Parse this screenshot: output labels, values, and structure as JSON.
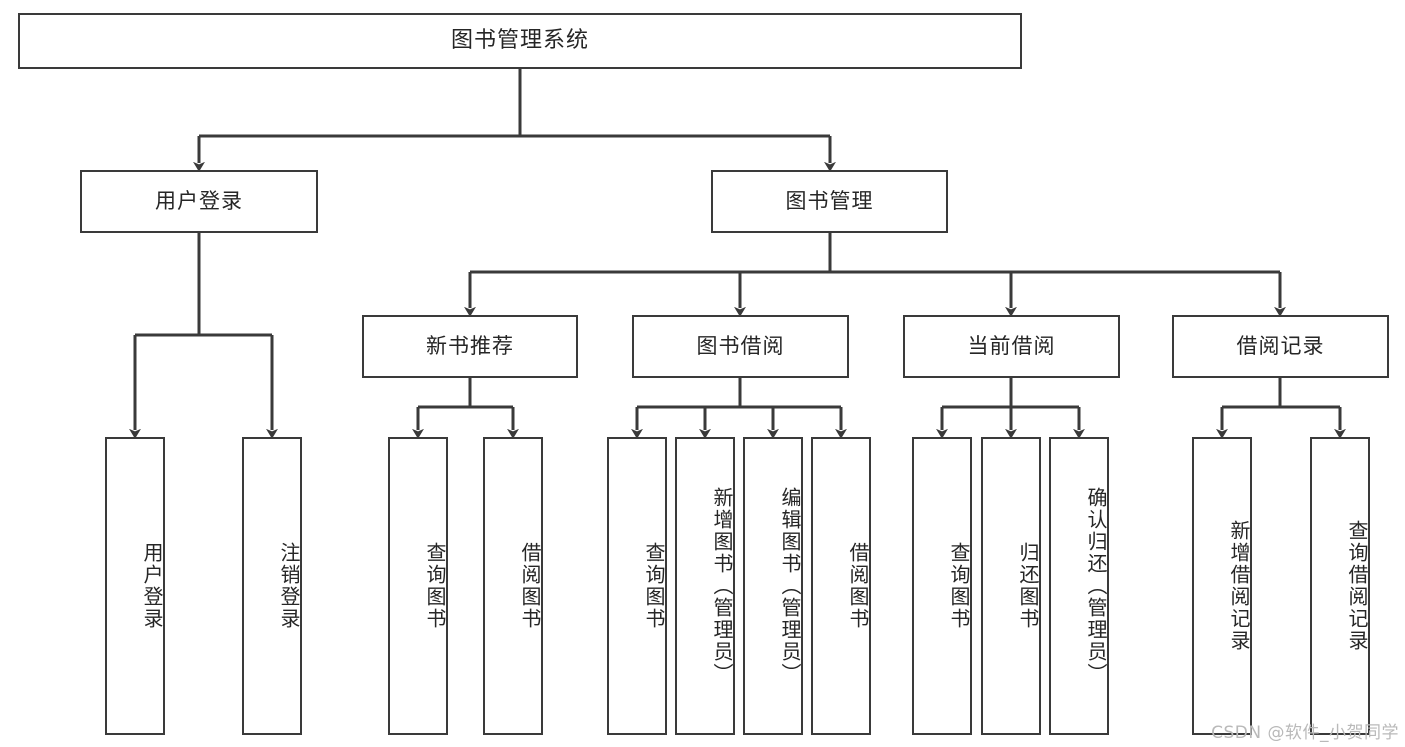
{
  "diagram": {
    "title": "图书管理系统",
    "type": "tree-structure-chart",
    "stroke_color": "#3a3a3a",
    "fill_color": "#ffffff",
    "text_color": "#262626",
    "nodes": {
      "root": "图书管理系统",
      "level2": [
        "用户登录",
        "图书管理"
      ],
      "level3": [
        "新书推荐",
        "图书借阅",
        "当前借阅",
        "借阅记录"
      ],
      "leaves": {
        "user_login": [
          "用户登录",
          "注销登录"
        ],
        "new_book_recommend": [
          "查询图书",
          "借阅图书"
        ],
        "book_borrow": [
          "查询图书",
          "新增图书（管理员）",
          "编辑图书（管理员）",
          "借阅图书"
        ],
        "current_borrow": [
          "查询图书",
          "归还图书",
          "确认归还（管理员）"
        ],
        "borrow_record": [
          "新增借阅记录",
          "查询借阅记录"
        ]
      }
    }
  },
  "watermark": {
    "text": "CSDN @软件_小贺同学"
  }
}
